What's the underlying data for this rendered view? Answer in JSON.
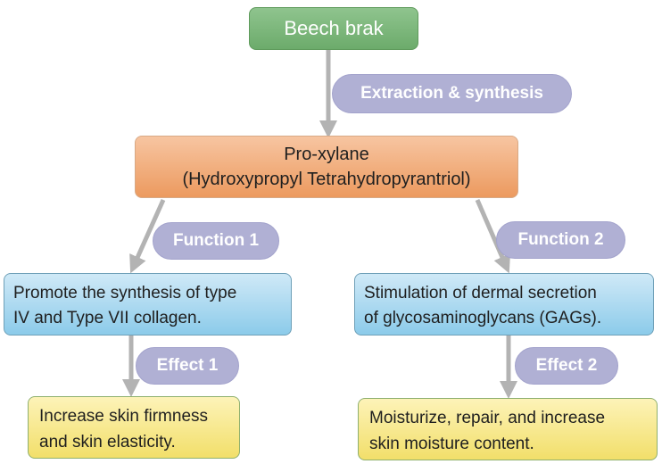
{
  "top": {
    "label": "Beech brak"
  },
  "middle": {
    "line1": "Pro-xylane",
    "line2": "(Hydroxypropyl Tetrahydropyrantriol)"
  },
  "pills": {
    "extraction": "Extraction & synthesis",
    "function1": "Function 1",
    "function2": "Function 2",
    "effect1": "Effect 1",
    "effect2": "Effect 2"
  },
  "function_left": {
    "line1": "Promote the synthesis of type",
    "line2": "IV and Type VII collagen."
  },
  "function_right": {
    "line1": "Stimulation of dermal secretion",
    "line2": "of glycosaminoglycans (GAGs)."
  },
  "effect_left": {
    "line1": "Increase skin firmness",
    "line2": "and skin elasticity."
  },
  "effect_right": {
    "line1": "Moisturize, repair, and increase",
    "line2": "skin moisture content."
  },
  "colors": {
    "top_green": "#7ab878",
    "orange": "#f0a86f",
    "blue": "#a8d8f0",
    "yellow": "#f7e88a",
    "pill_lavender": "#b0b0d4",
    "arrow_gray": "#b3b3b3"
  }
}
